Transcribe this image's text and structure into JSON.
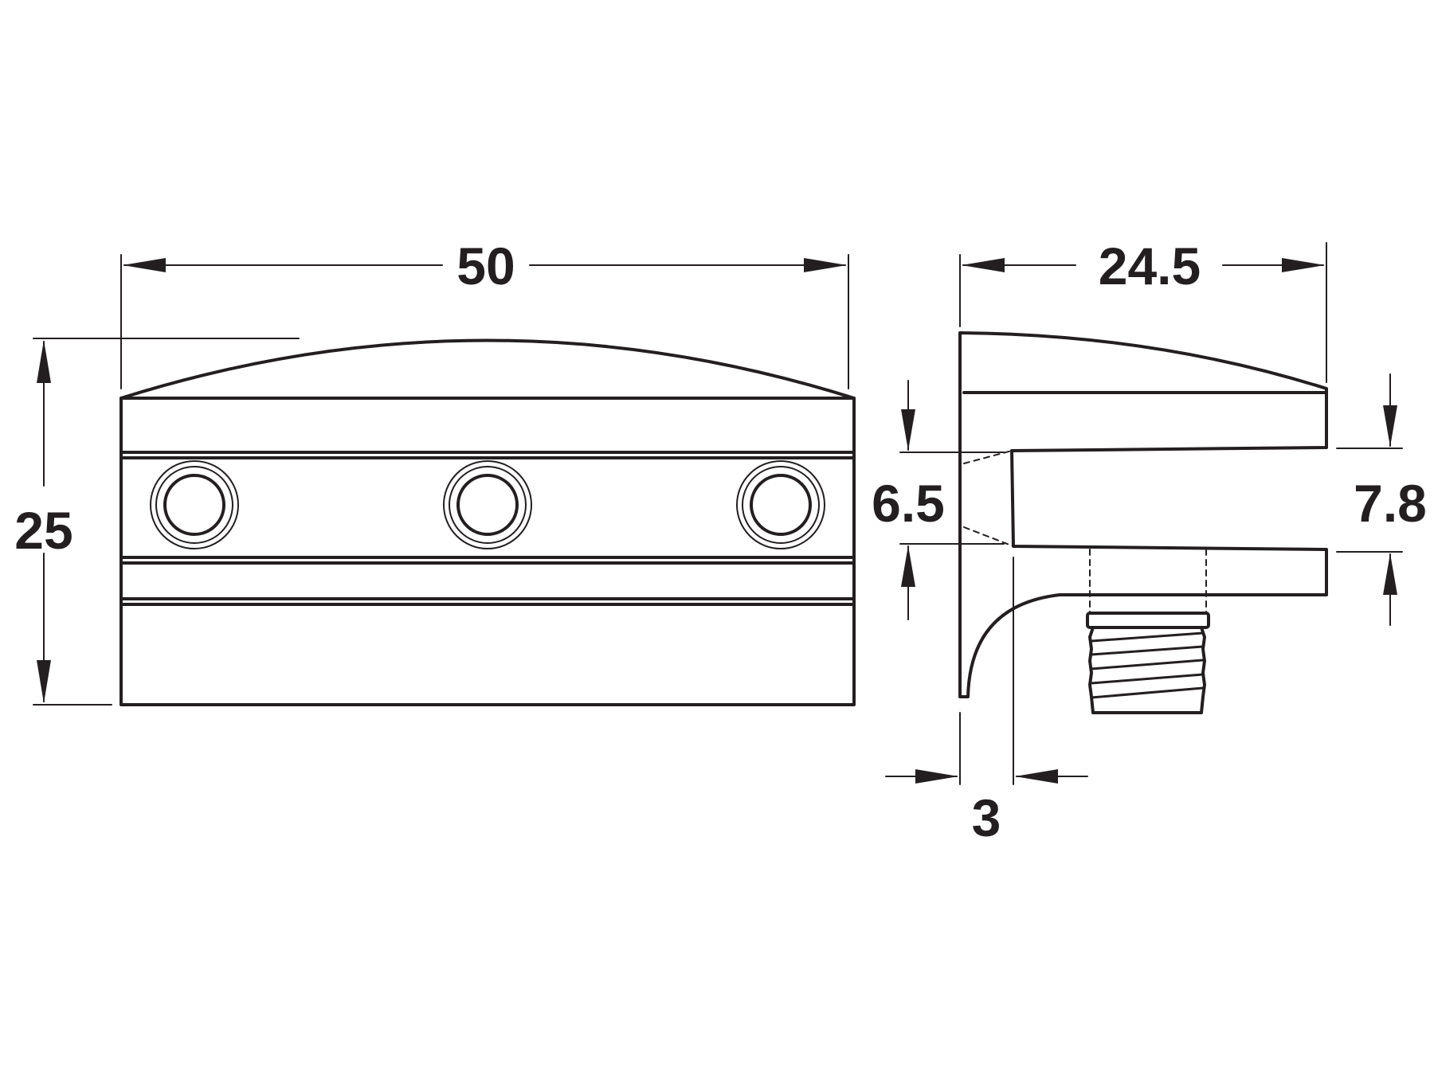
{
  "colors": {
    "line": "#231f20",
    "background": "#ffffff"
  },
  "dimensions": {
    "width": "50",
    "height": "25",
    "depth": "24.5",
    "slot_opening": "6.5",
    "slot_outer": "7.8",
    "wall_thickness": "3"
  }
}
